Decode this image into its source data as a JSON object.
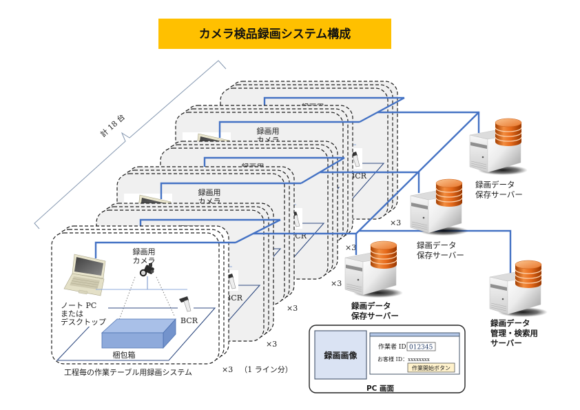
{
  "title": "カメラ検品録画システム構成",
  "total_label": "計 18 台",
  "workstation": {
    "camera_label": [
      "録画用",
      "カメラ"
    ],
    "pc_label": [
      "ノート PC",
      "または",
      "デスクトップ"
    ],
    "bcr_label": "BCR",
    "package_label": "梱包箱",
    "caption": "工程毎の作業テーブル用録画システム",
    "icons": [
      "laptop-icon",
      "camera-icon",
      "barcode-reader-icon",
      "package-box-icon"
    ]
  },
  "stacks": {
    "multiplier_label": "×3",
    "line_note": "（1 ライン分）"
  },
  "servers": [
    {
      "role": "storage",
      "icon": "storage-server-icon",
      "label_lines": [
        "録画データ",
        "保存サーバー"
      ]
    },
    {
      "role": "storage",
      "icon": "storage-server-icon",
      "label_lines": [
        "録画データ",
        "保存サーバー"
      ]
    },
    {
      "role": "storage",
      "icon": "storage-server-icon",
      "label_lines": [
        "録画データ",
        "保存サーバー"
      ]
    },
    {
      "role": "management",
      "icon": "management-server-icon",
      "label_lines": [
        "録画データ",
        "管理・検索用",
        "サーバー"
      ]
    }
  ],
  "pc_screen": {
    "caption": "PC 画面",
    "video_label": "録画画像",
    "worker_id_label": "作業者 ID",
    "worker_id_value": "012345",
    "customer_id_label": "お客様 ID：",
    "customer_id_value": "xxxxxxxx",
    "start_button_label": "作業開始ボタン"
  },
  "colors": {
    "title_background": "#FFC000",
    "network_line": "#4472C4",
    "station_fill": "#F0F0F0",
    "package_box": "#8EAADB",
    "database": "#E46C0A",
    "video_panel": "#DAE3F3",
    "start_button": "#FFF2CC",
    "brace": "#8497B0"
  }
}
